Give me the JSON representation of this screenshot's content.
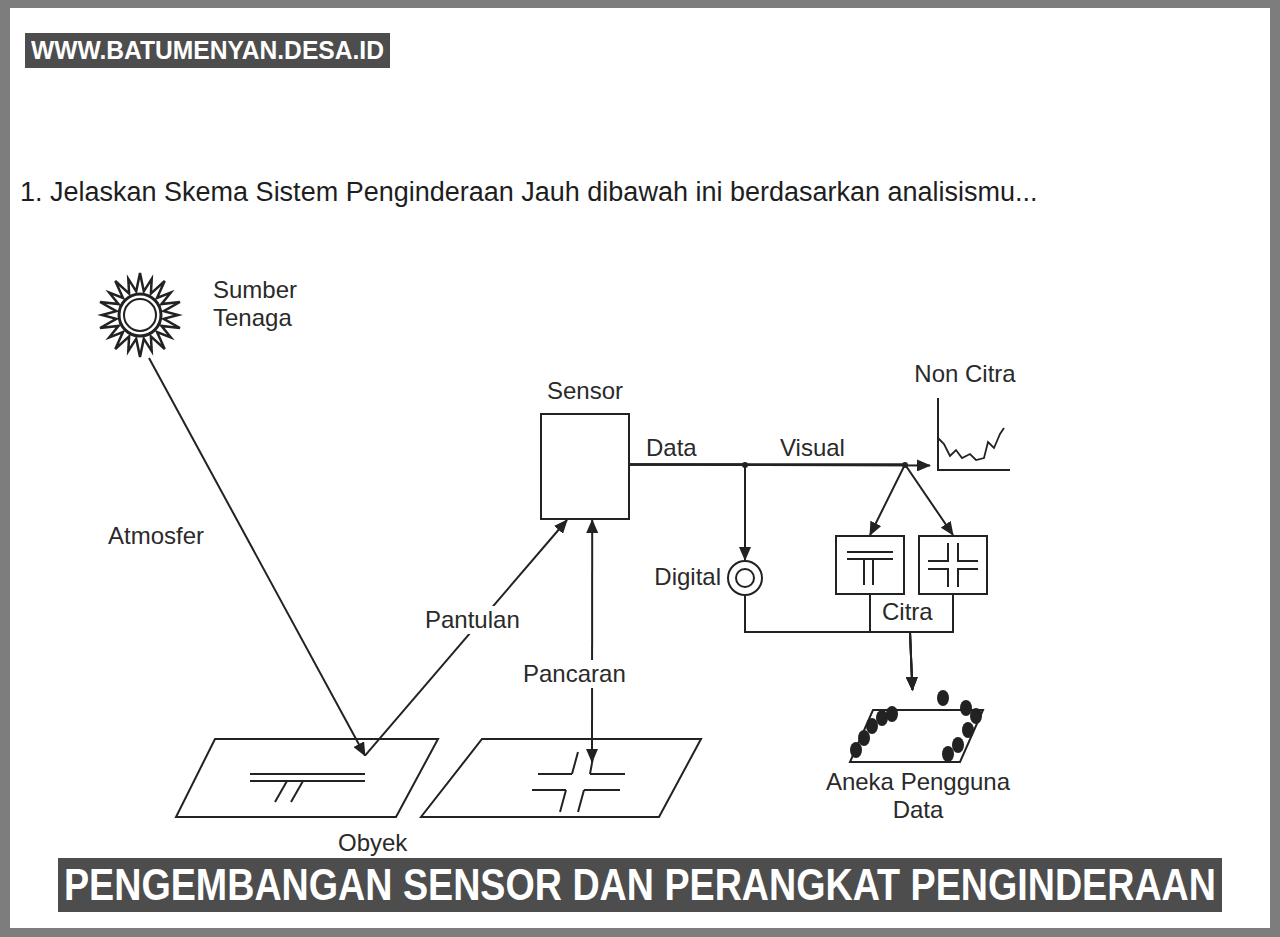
{
  "diagram": {
    "title": "1. Jelaskan Skema Sistem Penginderaan Jauh dibawah ini berdasarkan analisismu...",
    "caption": "PENGEMBANGAN SENSOR DAN PERANGKAT PENGINDERAAN",
    "nodes": [
      {
        "text": [
          "Sumber Tenaga"
        ]
      },
      {
        "text": []
      },
      {
        "text": []
      },
      {
        "text": [
          "Sensor"
        ]
      },
      {
        "text": [
          "Non Citra"
        ]
      },
      {
        "text": [
          "Digital"
        ]
      },
      {
        "text": []
      },
      {
        "text": []
      },
      {
        "text": [
          "Aneka Pengguna Data"
        ]
      }
    ],
    "edges": [
      {
        "from": 0,
        "to": 1,
        "label": "Atmosfer",
        "arrow": "to"
      },
      {
        "from": 1,
        "to": 3,
        "label": "Pantulan",
        "arrow": "to"
      },
      {
        "from": 3,
        "to": 2,
        "label": "Pancaran",
        "arrow": "both"
      },
      {
        "from": 3,
        "to": 5,
        "label": "Data",
        "arrow": "to"
      },
      {
        "from": 3,
        "to": 4,
        "label": "Visual",
        "arrow": "to"
      },
      {
        "from": 3,
        "to": 6,
        "arrow": "to"
      },
      {
        "from": 3,
        "to": 7,
        "arrow": "to"
      },
      {
        "from": 5,
        "to": 8,
        "arrow": "to"
      },
      {
        "from": 6,
        "to": 8,
        "arrow": "to"
      },
      {
        "from": 7,
        "to": 8,
        "arrow": "to"
      }
    ],
    "labels": [
      "WWW.BATUMENYAN.DESA.ID",
      "Citra",
      "Obyek"
    ]
  }
}
